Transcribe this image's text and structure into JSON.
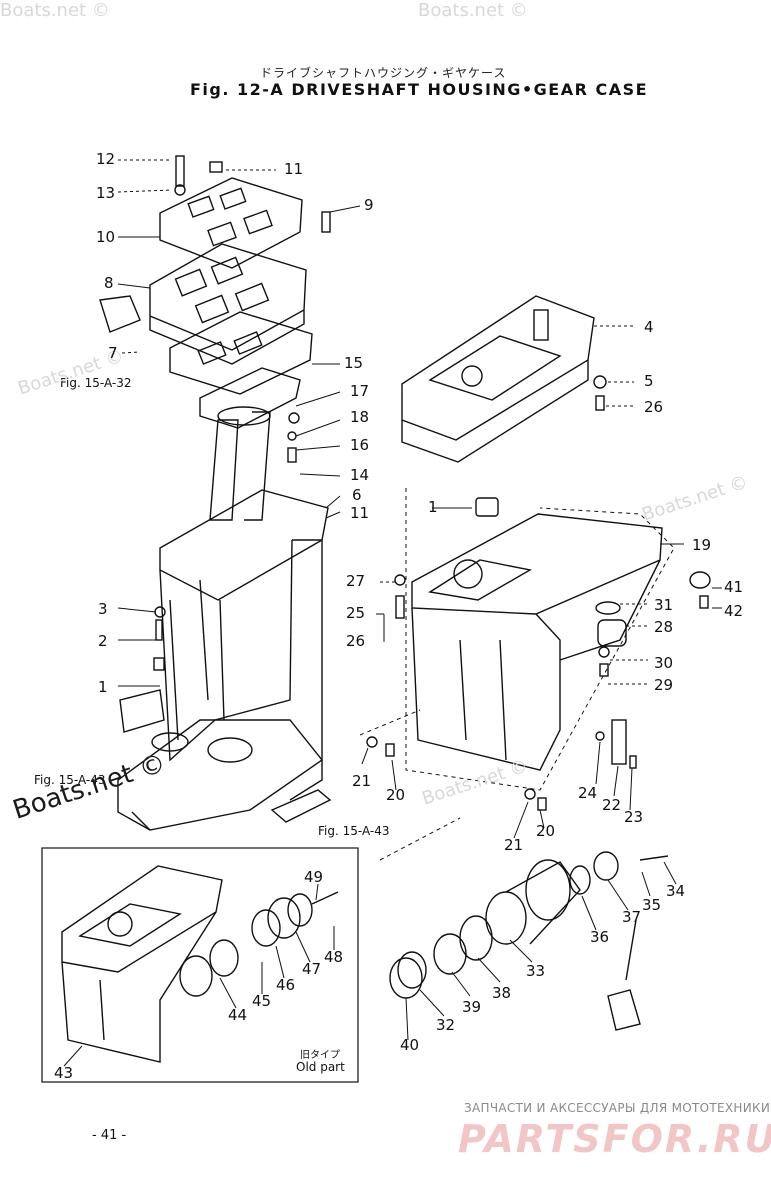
{
  "header": {
    "subtitle_jp": "ドライブシャフトハウジング・ギヤケース",
    "title": "Fig. 12-A   DRIVESHAFT HOUSING•GEAR CASE"
  },
  "refs": {
    "fig_15a32": "Fig. 15-A-32",
    "fig_15a_left": "Fig. 15-A-43",
    "fig_15a43": "Fig. 15-A-43",
    "inset_jp": "旧タイプ",
    "inset_label": "Old part"
  },
  "watermarks": {
    "wm1": "Boats.net ©",
    "wm2": "Boats.net ©",
    "wm3": "Boats.net ©",
    "wm4": "Boats.net ©",
    "wm5": "Boats.net ©",
    "big": "Boats.net ©"
  },
  "footer": {
    "top_line": "ЗАПЧАСТИ И АКСЕССУАРЫ ДЛЯ МОТОТЕХНИКИ",
    "brand": "PARTSFOR.RU",
    "page": "- 41 -"
  },
  "parts": [
    "1",
    "2",
    "3",
    "4",
    "5",
    "6",
    "7",
    "8",
    "9",
    "10",
    "11",
    "12",
    "13",
    "14",
    "15",
    "16",
    "17",
    "18",
    "19",
    "20",
    "21",
    "22",
    "23",
    "24",
    "25",
    "26",
    "27",
    "28",
    "29",
    "30",
    "31",
    "32",
    "33",
    "34",
    "35",
    "36",
    "37",
    "38",
    "39",
    "40",
    "41",
    "42",
    "43",
    "44",
    "45",
    "46",
    "47",
    "48",
    "49"
  ]
}
